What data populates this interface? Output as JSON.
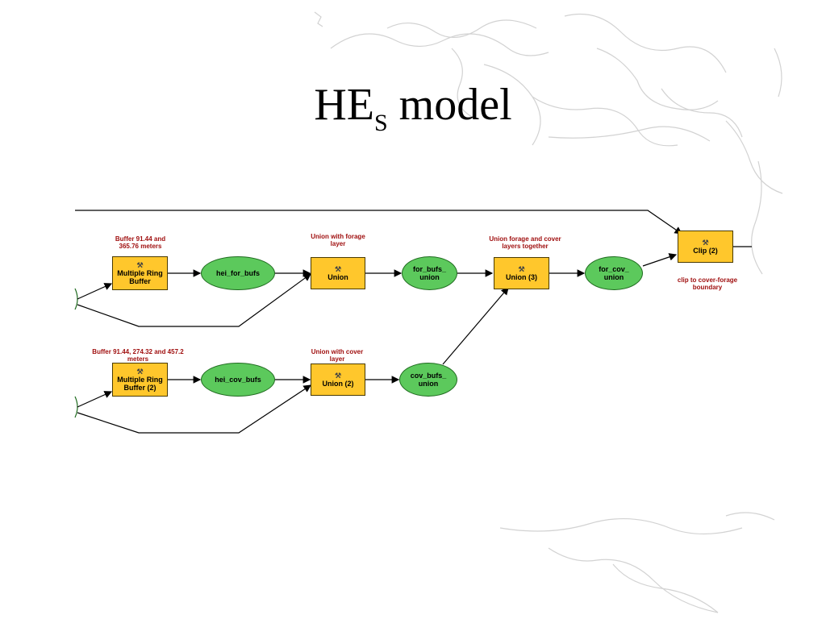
{
  "title": {
    "main": "HE",
    "sub": "S",
    "rest": " model"
  },
  "tools": {
    "mrb1": "Multiple Ring Buffer",
    "mrb2": "Multiple Ring Buffer (2)",
    "union1": "Union",
    "union2": "Union (2)",
    "union3": "Union (3)",
    "clip": "Clip (2)"
  },
  "data_nodes": {
    "hei_for_bufs": "hei_for_bufs",
    "hei_cov_bufs": "hei_cov_bufs",
    "for_bufs_union": "for_bufs_ union",
    "cov_bufs_union": "cov_bufs_ union",
    "for_cov_union": "for_cov_ union"
  },
  "notes": {
    "buffer1": "Buffer 91.44 and 365.76 meters",
    "buffer2": "Buffer 91.44, 274.32 and 457.2 meters",
    "union_forage": "Union with forage layer",
    "union_cover": "Union with cover layer",
    "union_together": "Union forage and cover layers together",
    "clip_note": "clip to cover-forage boundary"
  },
  "colors": {
    "tool": "#ffc72c",
    "data": "#5cc95c",
    "note": "#a01010"
  }
}
